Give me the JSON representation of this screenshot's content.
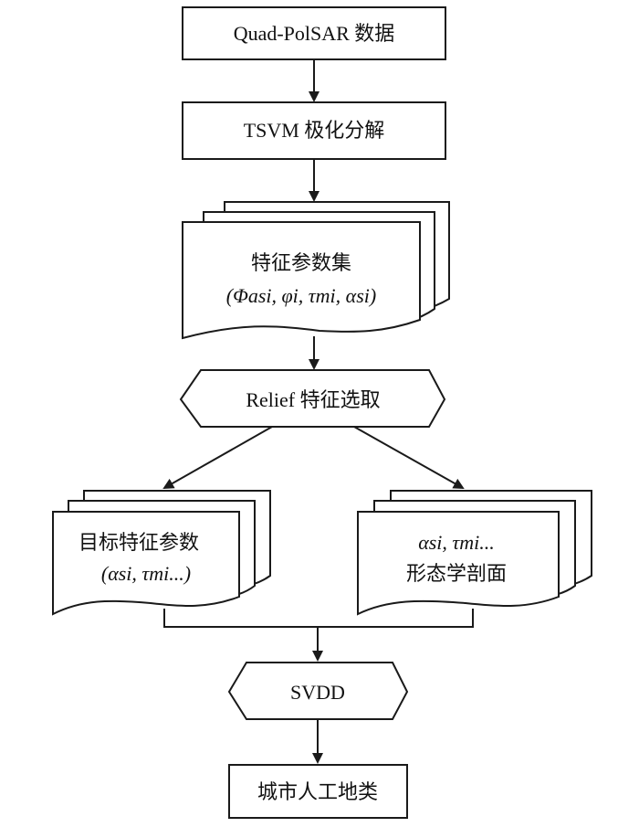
{
  "nodes": {
    "input": {
      "label": "Quad-PolSAR 数据"
    },
    "tsvm": {
      "label": "TSVM 极化分解"
    },
    "feature_set": {
      "line1": "特征参数集",
      "line2": "(Φasi, φi, τmi, αsi)"
    },
    "relief": {
      "label": "Relief 特征选取"
    },
    "target_params": {
      "line1": "目标特征参数",
      "line2": "(αsi, τmi...)"
    },
    "morph": {
      "line1": "αsi, τmi...",
      "line2": "形态学剖面"
    },
    "svdd": {
      "label": "SVDD"
    },
    "output": {
      "label": "城市人工地类"
    }
  },
  "colors": {
    "stroke": "#1a1a1a",
    "fill": "#ffffff",
    "text": "#111111"
  }
}
